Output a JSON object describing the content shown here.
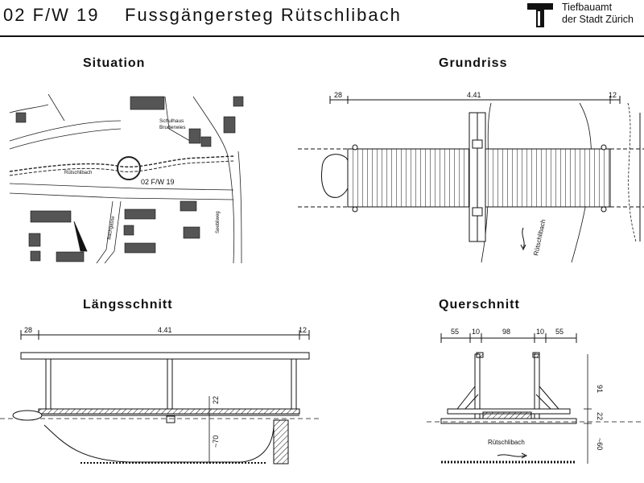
{
  "header": {
    "code": "02 F/W 19",
    "title": "Fussgängersteg Rütschlibach",
    "org_line1": "Tiefbauamt",
    "org_line2": "der Stadt Zürich"
  },
  "sections": {
    "situation": "Situation",
    "grundriss": "Grundriss",
    "laengsschnitt": "Längsschnitt",
    "querschnitt": "Querschnitt"
  },
  "situation_labels": {
    "school": "Schulhaus",
    "school_sub": "Bruderwies",
    "stream": "Rütschlibach",
    "bridge_code": "02 F/W 19",
    "side_street": "Bachgasse",
    "main_street": "Seebliweg"
  },
  "grundriss": {
    "dim_left": "28",
    "dim_span": "4.41",
    "dim_right": "12",
    "stream_label": "Rütschlibach"
  },
  "laengsschnitt": {
    "dim_left": "28",
    "dim_span": "4.41",
    "dim_right": "12",
    "dim_deck": "22",
    "dim_depth": "~70"
  },
  "querschnitt": {
    "dims_top": [
      "55",
      "10",
      "98",
      "10",
      "55"
    ],
    "dim_height": "91",
    "dim_deck": "22",
    "dim_depth": "~60",
    "stream_label": "Rütschlibach"
  }
}
